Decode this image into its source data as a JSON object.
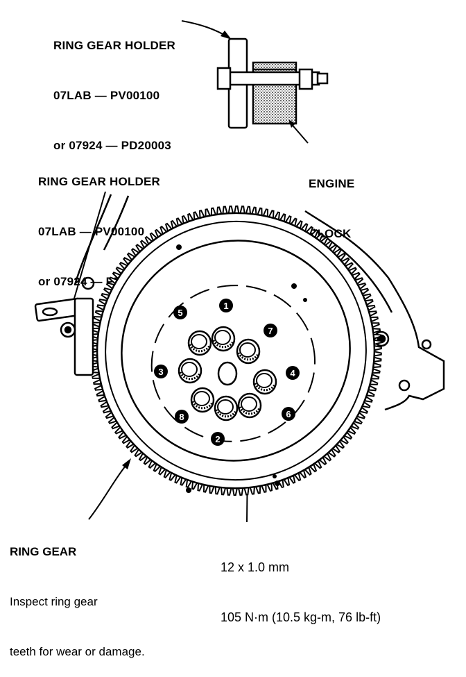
{
  "labels": {
    "holder_top": {
      "title": "RING GEAR HOLDER",
      "part1": "07LAB — PV00100",
      "part2": "or 07924 — PD20003"
    },
    "holder_mid": {
      "title": "RING GEAR HOLDER",
      "part1": "07LAB — PV00100",
      "part2": "or 07924 — PD20003"
    },
    "engine_block": {
      "line1": "ENGINE",
      "line2": "BLOCK"
    },
    "ring_gear": {
      "title": "RING GEAR",
      "line1": "Inspect ring gear",
      "line2": "teeth for wear or damage."
    },
    "bolt_spec": {
      "line1": "12 x 1.0 mm",
      "line2": "105 N·m (10.5 kg-m, 76 lb-ft)"
    }
  },
  "sequence_numbers": [
    "1",
    "2",
    "3",
    "4",
    "5",
    "6",
    "7",
    "8"
  ],
  "colors": {
    "ink": "#000000",
    "paper": "#ffffff"
  }
}
